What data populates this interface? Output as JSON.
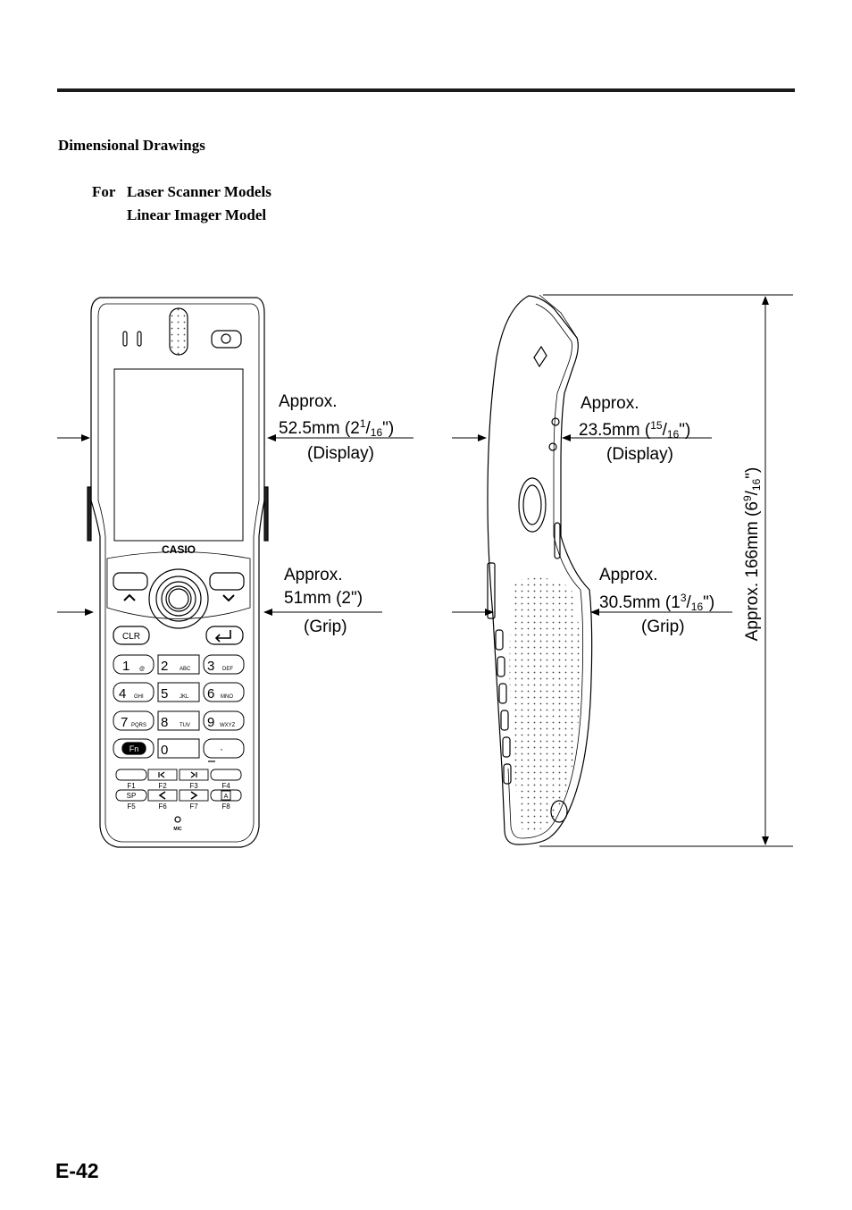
{
  "header": {
    "rule": true
  },
  "section": {
    "title": "Dimensional Drawings",
    "for_label": "For",
    "model_1": "Laser Scanner Models",
    "model_2": "Linear Imager Model"
  },
  "front_view": {
    "display_dim": {
      "approx": "Approx.",
      "mm": "52.5mm (2",
      "whole_sup": "1",
      "slash": "/",
      "denom": "16",
      "close": "\")",
      "part": "(Display)"
    },
    "grip_dim": {
      "approx": "Approx.",
      "value": "51mm (2\")",
      "part": "(Grip)"
    },
    "device": {
      "brand": "CASIO",
      "clr_key": "CLR",
      "fn_key": "Fn",
      "mic_label": "MIC",
      "keys": [
        {
          "num": "1",
          "sub": "@"
        },
        {
          "num": "2",
          "sub": "ABC"
        },
        {
          "num": "3",
          "sub": "DEF"
        },
        {
          "num": "4",
          "sub": "GHI"
        },
        {
          "num": "5",
          "sub": "JKL"
        },
        {
          "num": "6",
          "sub": "MNO"
        },
        {
          "num": "7",
          "sub": "PQRS"
        },
        {
          "num": "8",
          "sub": "TUV"
        },
        {
          "num": "9",
          "sub": "WXYZ"
        },
        {
          "num": "0",
          "sub": ""
        },
        {
          "num": "·",
          "sub": ""
        }
      ],
      "function_row_1": [
        "F1",
        "F2",
        "F3",
        "F4"
      ],
      "function_row_2": [
        "F5",
        "F6",
        "F7",
        "F8"
      ],
      "sp_key": "SP",
      "a_key": "A"
    }
  },
  "side_view": {
    "display_dim": {
      "approx": "Approx.",
      "mm": "23.5mm (",
      "num_sup": "15",
      "slash": "/",
      "denom": "16",
      "close": "\")",
      "part": "(Display)"
    },
    "grip_dim": {
      "approx": "Approx.",
      "mm": "30.5mm (1",
      "num_sup": "3",
      "slash": "/",
      "denom": "16",
      "close": "\")",
      "part": "(Grip)"
    },
    "height_dim": {
      "mm": "Approx. 166mm (6",
      "num_sup": "9",
      "slash": "/",
      "denom": "16",
      "close": "\")"
    }
  },
  "footer": {
    "page_number": "E-42"
  }
}
